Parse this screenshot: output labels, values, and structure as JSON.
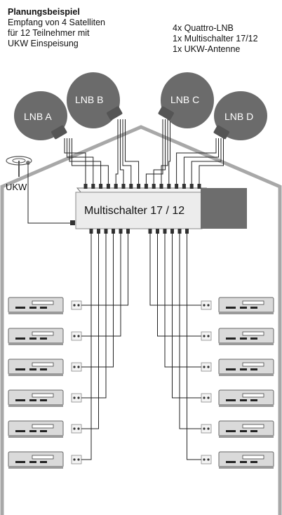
{
  "heading": {
    "title": "Planungsbeispiel",
    "line1": "Empfang von 4 Satelliten",
    "line2": "für 12 Teilnehmer mit",
    "line3": "UKW Einspeisung"
  },
  "components": {
    "line1": "4x Quattro-LNB",
    "line2": "1x Multischalter 17/12",
    "line3": "1x UKW-Antenne"
  },
  "lnbs": [
    "LNB A",
    "LNB B",
    "LNB C",
    "LNB D"
  ],
  "ukw_label": "UKW",
  "multiswitch_label": "Multischalter 17 / 12",
  "receivers_per_side": 6,
  "colors": {
    "dish": "#6b6b6b",
    "house": "#a8a8a8",
    "switch_box": "#e9e9e9",
    "power_supply": "#6d6d6d",
    "receiver": "#dadada"
  }
}
